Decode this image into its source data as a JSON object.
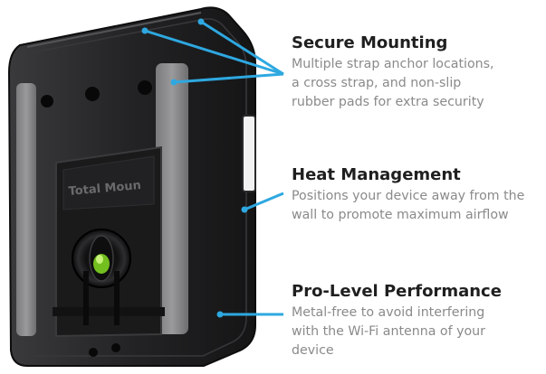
{
  "product": {
    "brand_text": "Total Moun"
  },
  "features": [
    {
      "title": "Secure Mounting",
      "lines": [
        "Multiple strap anchor locations,",
        "a cross strap, and non-slip",
        "rubber pads for extra security"
      ]
    },
    {
      "title": "Heat Management",
      "lines": [
        "Positions your device away from the",
        "wall to promote maximum airflow"
      ]
    },
    {
      "title": "Pro-Level Performance",
      "lines": [
        "Metal-free to avoid interfering",
        "with the Wi-Fi antenna of your",
        "device"
      ]
    }
  ],
  "colors": {
    "accent": "#2ea8e0",
    "mount_body": "#1c1c1e",
    "pad": "#8d8d8f",
    "bubble_level": "#7ed321",
    "title": "#1f1f1f",
    "description": "#8a8a8a"
  }
}
